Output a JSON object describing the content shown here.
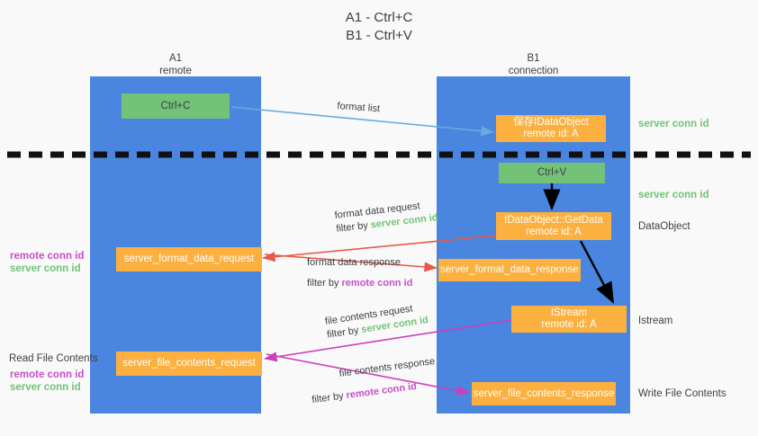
{
  "title": {
    "line1": "A1 - Ctrl+C",
    "line2": "B1 - Ctrl+V"
  },
  "columns": [
    {
      "name": "A1",
      "sub": "remote"
    },
    {
      "name": "B1",
      "sub": "connection"
    }
  ],
  "colors": {
    "lane": "#4a86e0",
    "green_node": "#73c278",
    "orange_node": "#fbb03f",
    "server_conn": "#71c277",
    "remote_conn": "#c64fc6",
    "red_arrow": "#e8594a",
    "magenta_arrow": "#cc3fbb",
    "blue_arrow": "#6aa9dd",
    "black_arrow": "#000000",
    "background": "#f9f9f9"
  },
  "nodes": {
    "ctrl_c": "Ctrl+C",
    "ctrl_v": "Ctrl+V",
    "save_idataobject_l1": "保存IDataObject",
    "save_idataobject_l2": "remote id: A",
    "getdata_l1": "IDataObject::GetData",
    "getdata_l2": "remote id: A",
    "istream_l1": "IStream",
    "istream_l2": "remote id: A",
    "server_format_data_request": "server_format_data_request",
    "server_format_data_response": "server_format_data_response",
    "server_file_contents_request": "server_file_contents_request",
    "server_file_contents_response": "server_file_contents_response"
  },
  "right_labels": {
    "server_conn_id_1": "server conn id",
    "server_conn_id_2": "server conn id",
    "dataobject": "DataObject",
    "istream": "Istream",
    "write_file_contents": "Write File Contents"
  },
  "left_labels": {
    "remote_conn_id_1": "remote conn id",
    "server_conn_id_1": "server conn id",
    "read_file_contents": "Read File Contents",
    "remote_conn_id_2": "remote conn id",
    "server_conn_id_2": "server conn id"
  },
  "edges": {
    "format_list": "format list",
    "format_data_request": "format data request",
    "filter_by": "filter by ",
    "server_conn_id": "server conn id",
    "remote_conn_id": "remote conn id",
    "format_data_response": "format data response",
    "file_contents_request": "file contents request",
    "file_contents_response": "file contents response"
  }
}
